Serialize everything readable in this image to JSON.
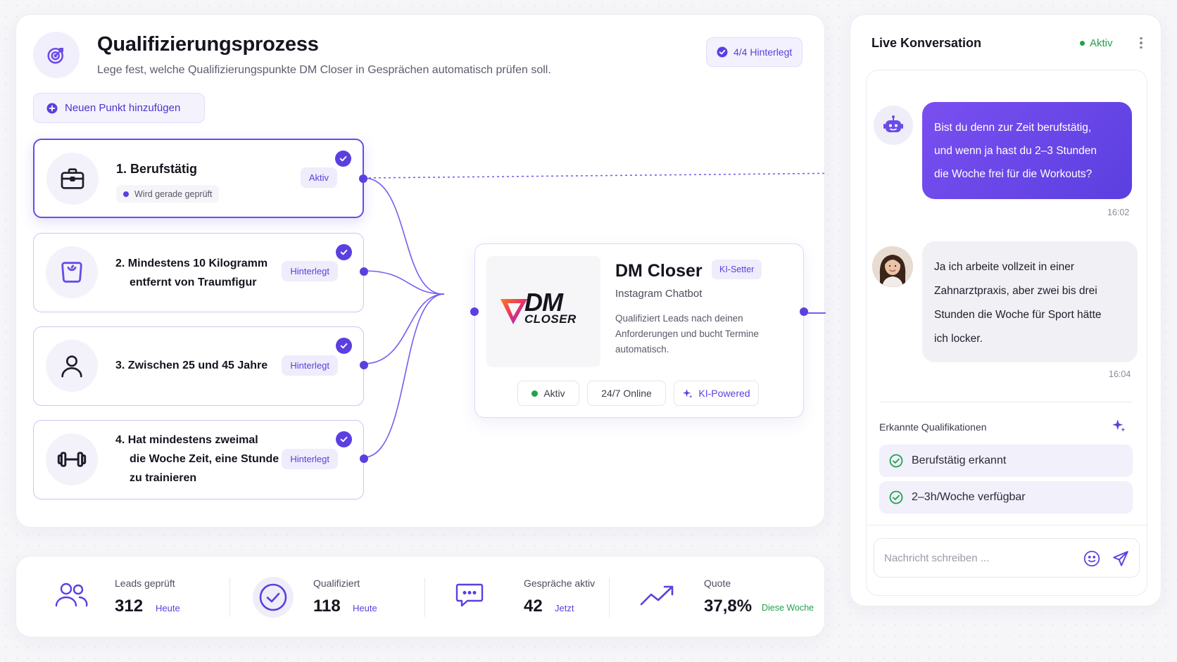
{
  "header": {
    "title": "Qualifizierungsprozess",
    "subtitle": "Lege fest, welche Qualifizierungspunkte DM Closer in Gesprächen automatisch prüfen soll.",
    "badge": "4/4 Hinterlegt",
    "add_button": "Neuen Punkt hinzufügen"
  },
  "criteria": [
    {
      "title": "1. Berufstätig",
      "status": "Aktiv",
      "checking_label": "Wird gerade geprüft",
      "icon": "briefcase-icon"
    },
    {
      "title_lines": [
        "2. Mindestens 10 Kilogramm",
        "entfernt von Traumfigur"
      ],
      "status": "Hinterlegt",
      "icon": "scale-icon"
    },
    {
      "title": "3. Zwischen 25 und 45 Jahre",
      "status": "Hinterlegt",
      "icon": "person-icon"
    },
    {
      "title_lines": [
        "4. Hat mindestens zweimal",
        "die Woche Zeit, eine Stunde",
        "zu trainieren"
      ],
      "status": "Hinterlegt",
      "icon": "dumbbell-icon"
    }
  ],
  "hub": {
    "logo_top": "DM",
    "logo_bottom": "CLOSER",
    "name": "DM Closer",
    "tag": "KI-Setter",
    "type": "Instagram Chatbot",
    "description": "Qualifiziert Leads nach deinen Anforderungen und bucht Termine automatisch.",
    "chips": [
      "Aktiv",
      "24/7 Online",
      "KI-Powered"
    ]
  },
  "stats": [
    {
      "label": "Leads geprüft",
      "value": "312",
      "sub": "Heute",
      "icon": "users-icon"
    },
    {
      "label": "Qualifiziert",
      "value": "118",
      "sub": "Heute",
      "icon": "check-circle-icon"
    },
    {
      "label": "Gespräche aktiv",
      "value": "42",
      "sub": "Jetzt",
      "icon": "chat-icon"
    },
    {
      "label": "Quote",
      "value": "37,8%",
      "sub": "Diese Woche",
      "icon": "trend-up-icon"
    }
  ],
  "live": {
    "title": "Live Konversation",
    "status": "Aktiv",
    "bot_message_lines": [
      "Bist du denn zur Zeit berufstätig,",
      "und wenn ja hast du 2–3 Stunden",
      "die Woche frei für die Workouts?"
    ],
    "bot_time": "16:02",
    "user_message_lines": [
      "Ja ich arbeite vollzeit in einer",
      "Zahnarztpraxis, aber zwei bis drei",
      "Stunden die Woche für Sport hätte",
      "ich locker."
    ],
    "user_time": "16:04",
    "qualifications_title": "Erkannte Qualifikationen",
    "qualifications": [
      "Berufstätig erkannt",
      "2–3h/Woche verfügbar"
    ],
    "input_placeholder": "Nachricht schreiben ..."
  },
  "colors": {
    "accent": "#5b3fe0",
    "success": "#1fa34a",
    "card_border": "#cfc5f7"
  }
}
